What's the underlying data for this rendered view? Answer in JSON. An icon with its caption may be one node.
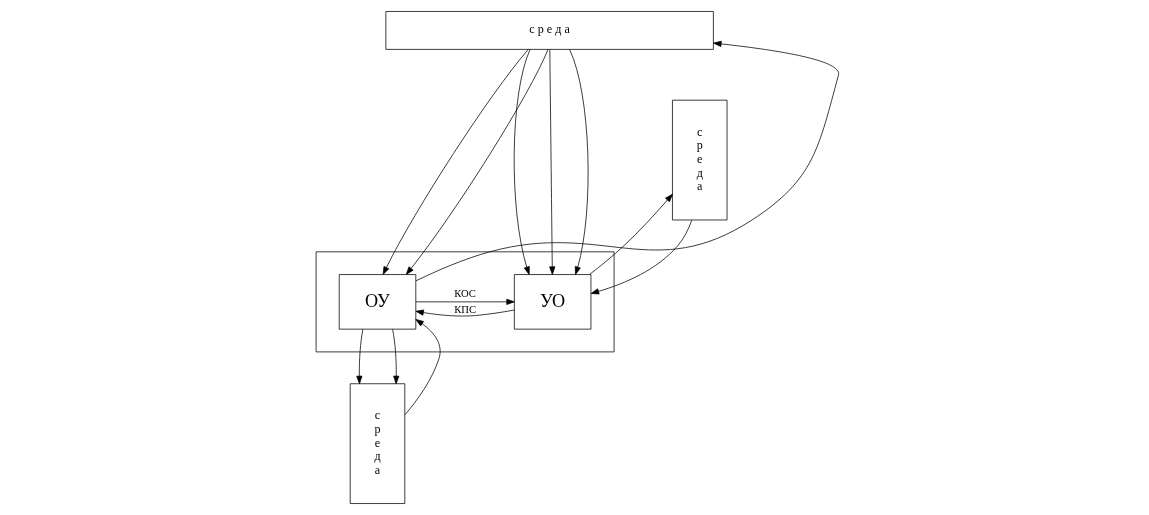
{
  "diagram": {
    "nodes": [
      {
        "text": [
          "с р е д а"
        ]
      },
      {
        "text": [],
        "shape": "box"
      },
      {
        "text": [
          "с р е д а"
        ]
      },
      {
        "text": [
          "УО"
        ],
        "in": 1
      },
      {
        "text": [
          "ОУ"
        ],
        "in": 1
      },
      {
        "text": [
          "с р е д а"
        ]
      }
    ],
    "edges": [
      {
        "from": 0,
        "to": 3,
        "arrow": "to"
      },
      {
        "from": 0,
        "to": 3,
        "arrow": "to"
      },
      {
        "from": 0,
        "to": 4,
        "arrow": "to"
      },
      {
        "from": 0,
        "to": 3,
        "arrow": "to"
      },
      {
        "from": 0,
        "to": 4,
        "arrow": "to"
      },
      {
        "from": 4,
        "to": 0,
        "arrow": "to"
      },
      {
        "from": 2,
        "to": 3,
        "arrow": "to"
      },
      {
        "from": 3,
        "to": 2,
        "arrow": "to"
      },
      {
        "from": 3,
        "to": 4,
        "arrow": "to",
        "label": "КПС"
      },
      {
        "from": 4,
        "to": 3,
        "arrow": "to",
        "label": "КОС"
      },
      {
        "from": 4,
        "to": 5,
        "arrow": "to"
      },
      {
        "from": 5,
        "to": 4,
        "arrow": "to"
      },
      {
        "from": 4,
        "to": 5,
        "arrow": "to"
      }
    ]
  }
}
